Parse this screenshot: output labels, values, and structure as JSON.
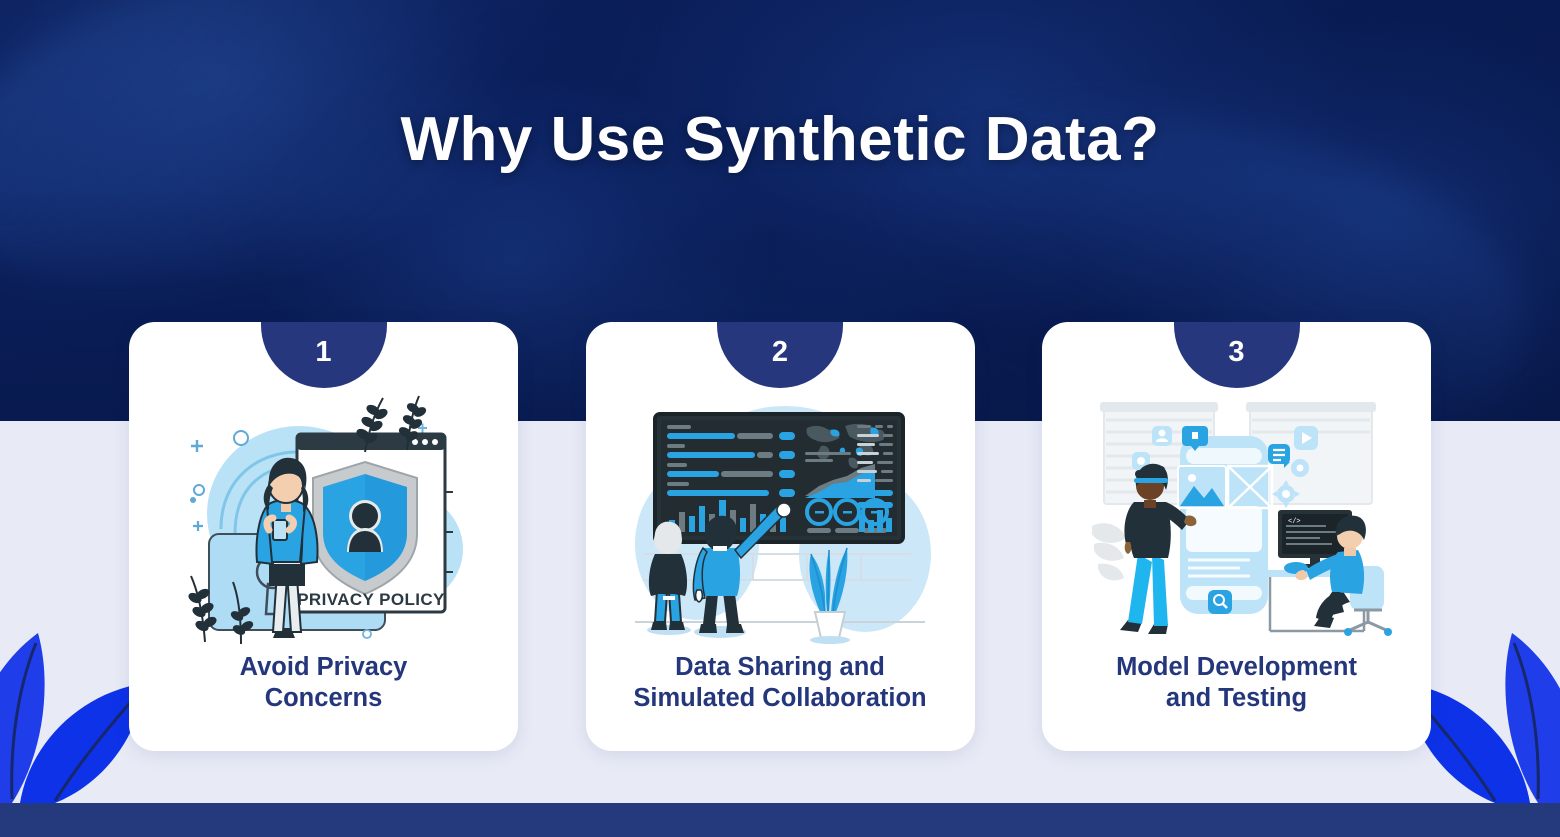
{
  "header": {
    "title": "Why Use Synthetic Data?",
    "background_color": "#0B2161",
    "accent_color": "#253A7D"
  },
  "page": {
    "body_background": "#E8EBF6",
    "footer_color": "#253A7D",
    "card_background": "#FFFFFF",
    "label_color": "#24377C",
    "badge_color": "#26377E",
    "illustration_blue": "#2AA3E3",
    "illustration_light_blue": "#AEDCF5",
    "illustration_dark": "#263238",
    "leaf_color": "#1F3EEA"
  },
  "cards": [
    {
      "number": "1",
      "label_line1": "Avoid Privacy",
      "label_line2": "Concerns",
      "illustration_name": "privacy-policy-illustration",
      "illustration_text": "PRIVACY POLICY"
    },
    {
      "number": "2",
      "label_line1": "Data Sharing and",
      "label_line2": "Simulated Collaboration",
      "illustration_name": "dashboard-collaboration-illustration",
      "illustration_text": ""
    },
    {
      "number": "3",
      "label_line1": "Model Development",
      "label_line2": "and Testing",
      "illustration_name": "model-development-illustration",
      "illustration_text": ""
    }
  ]
}
